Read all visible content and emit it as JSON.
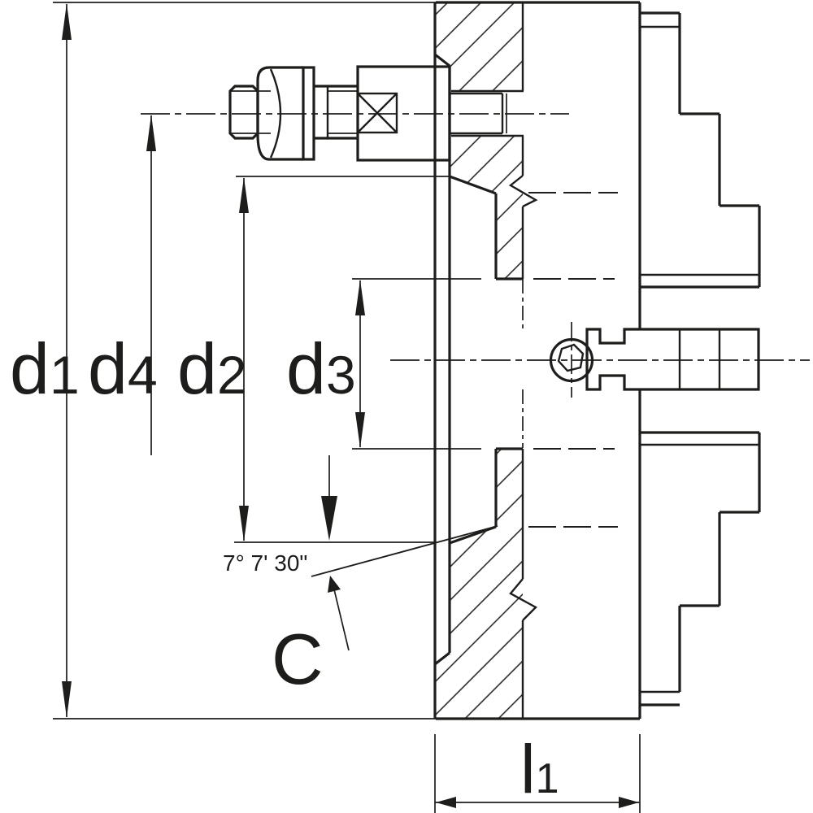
{
  "drawing": {
    "kind": "lathe-chuck cross-section technical drawing",
    "dim_labels": {
      "d1": {
        "main": "d",
        "sub": "1"
      },
      "d2": {
        "main": "d",
        "sub": "2"
      },
      "d3": {
        "main": "d",
        "sub": "3"
      },
      "d4": {
        "main": "d",
        "sub": "4"
      },
      "l1": {
        "main": "l",
        "sub": "1"
      }
    },
    "annotations": {
      "taper_angle": "7° 7' 30\"",
      "cone_reference": "C"
    },
    "colors": {
      "ink": "#1d1d1b",
      "paper": "#ffffff"
    }
  }
}
